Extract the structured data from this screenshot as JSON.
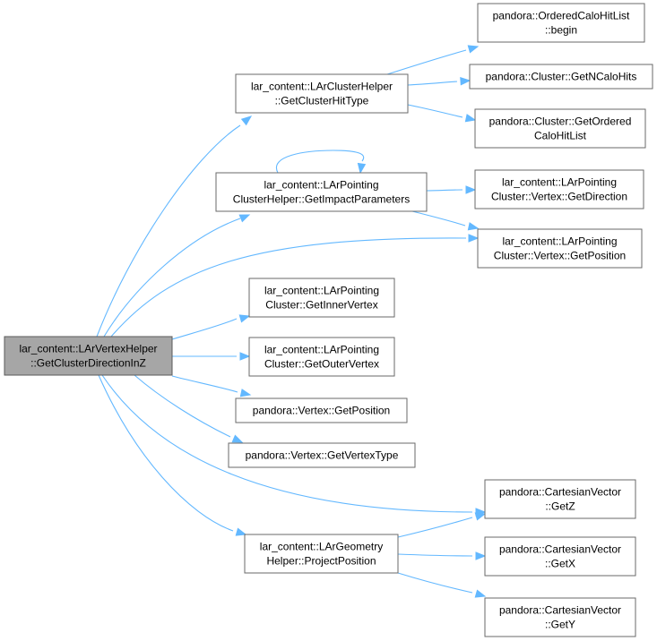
{
  "diagram": {
    "accent_color": "#63b8ff",
    "nodes": [
      {
        "id": "root",
        "lines": [
          "lar_content::LArVertexHelper",
          "::GetClusterDirectionInZ"
        ],
        "root": true
      },
      {
        "id": "getClusterHitType",
        "lines": [
          "lar_content::LArClusterHelper",
          "::GetClusterHitType"
        ]
      },
      {
        "id": "getImpactParameters",
        "lines": [
          "lar_content::LArPointing",
          "ClusterHelper::GetImpactParameters"
        ]
      },
      {
        "id": "getInnerVertex",
        "lines": [
          "lar_content::LArPointing",
          "Cluster::GetInnerVertex"
        ]
      },
      {
        "id": "getOuterVertex",
        "lines": [
          "lar_content::LArPointing",
          "Cluster::GetOuterVertex"
        ]
      },
      {
        "id": "vertexGetPosition",
        "lines": [
          "pandora::Vertex::GetPosition"
        ]
      },
      {
        "id": "vertexGetVertexType",
        "lines": [
          "pandora::Vertex::GetVertexType"
        ]
      },
      {
        "id": "projectPosition",
        "lines": [
          "lar_content::LArGeometry",
          "Helper::ProjectPosition"
        ]
      },
      {
        "id": "orderedBegin",
        "lines": [
          "pandora::OrderedCaloHitList",
          "::begin"
        ]
      },
      {
        "id": "getNCaloHits",
        "lines": [
          "pandora::Cluster::GetNCaloHits"
        ]
      },
      {
        "id": "getOrderedCaloHitList",
        "lines": [
          "pandora::Cluster::GetOrdered",
          "CaloHitList"
        ]
      },
      {
        "id": "pcvGetDirection",
        "lines": [
          "lar_content::LArPointing",
          "Cluster::Vertex::GetDirection"
        ]
      },
      {
        "id": "pcvGetPosition",
        "lines": [
          "lar_content::LArPointing",
          "Cluster::Vertex::GetPosition"
        ]
      },
      {
        "id": "cvGetZ",
        "lines": [
          "pandora::CartesianVector",
          "::GetZ"
        ]
      },
      {
        "id": "cvGetX",
        "lines": [
          "pandora::CartesianVector",
          "::GetX"
        ]
      },
      {
        "id": "cvGetY",
        "lines": [
          "pandora::CartesianVector",
          "::GetY"
        ]
      }
    ],
    "edges": [
      {
        "from": "root",
        "to": "getClusterHitType"
      },
      {
        "from": "root",
        "to": "getImpactParameters"
      },
      {
        "from": "root",
        "to": "pcvGetPosition"
      },
      {
        "from": "root",
        "to": "getInnerVertex"
      },
      {
        "from": "root",
        "to": "getOuterVertex"
      },
      {
        "from": "root",
        "to": "vertexGetPosition"
      },
      {
        "from": "root",
        "to": "vertexGetVertexType"
      },
      {
        "from": "root",
        "to": "cvGetZ"
      },
      {
        "from": "root",
        "to": "projectPosition"
      },
      {
        "from": "getClusterHitType",
        "to": "orderedBegin"
      },
      {
        "from": "getClusterHitType",
        "to": "getNCaloHits"
      },
      {
        "from": "getClusterHitType",
        "to": "getOrderedCaloHitList"
      },
      {
        "from": "getImpactParameters",
        "to": "getImpactParameters",
        "self_loop": true
      },
      {
        "from": "getImpactParameters",
        "to": "pcvGetDirection"
      },
      {
        "from": "getImpactParameters",
        "to": "pcvGetPosition"
      },
      {
        "from": "projectPosition",
        "to": "cvGetZ"
      },
      {
        "from": "projectPosition",
        "to": "cvGetX"
      },
      {
        "from": "projectPosition",
        "to": "cvGetY"
      }
    ]
  }
}
